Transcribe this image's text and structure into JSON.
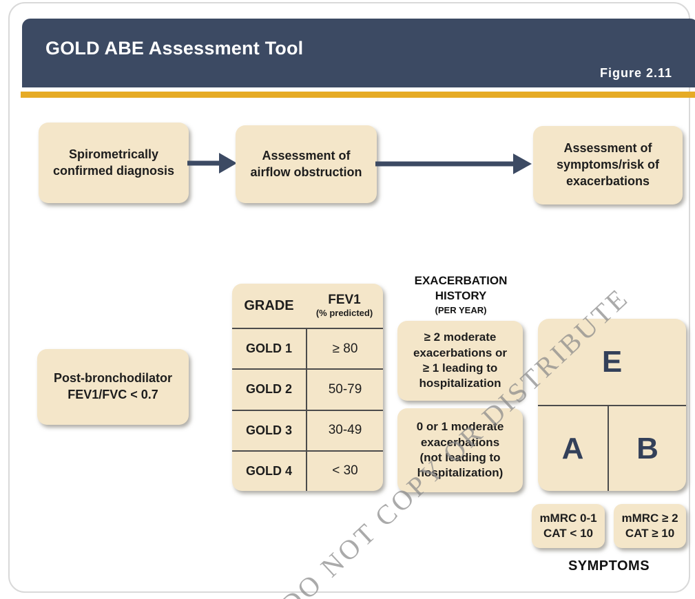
{
  "header": {
    "title": "GOLD ABE Assessment Tool",
    "figure_label": "Figure  2.11"
  },
  "flow_steps": [
    {
      "label": "Spirometrically\nconfirmed diagnosis"
    },
    {
      "label": "Assessment of\nairflow obstruction"
    },
    {
      "label": "Assessment of\nsymptoms/risk of\nexacerbations"
    }
  ],
  "spirometry_criteria": {
    "label": "Post-bronchodilator\nFEV1/FVC < 0.7"
  },
  "grade_table": {
    "col1_header": "GRADE",
    "col2_header": "FEV1",
    "col2_subheader": "(% predicted)",
    "rows": [
      {
        "grade": "GOLD 1",
        "fev1": "≥ 80"
      },
      {
        "grade": "GOLD 2",
        "fev1": "50-79"
      },
      {
        "grade": "GOLD 3",
        "fev1": "30-49"
      },
      {
        "grade": "GOLD 4",
        "fev1": "< 30"
      }
    ]
  },
  "exacerbation_history": {
    "title": "EXACERBATION\nHISTORY",
    "subtitle": "(PER YEAR)",
    "high_risk_label": "≥ 2 moderate\nexacerbations or\n≥ 1 leading to\nhospitalization",
    "low_risk_label": "0 or 1 moderate\nexacerbations\n(not leading to\nhospitalization)"
  },
  "abe_grid": {
    "group_e": "E",
    "group_a": "A",
    "group_b": "B"
  },
  "symptoms": {
    "low_label": "mMRC 0-1\nCAT < 10",
    "high_label": "mMRC ≥ 2\nCAT ≥ 10",
    "axis_label": "SYMPTOMS"
  },
  "watermark": "DO NOT COPY OR DISTRIBUTE",
  "colors": {
    "header_navy": "#3c4a63",
    "gold_accent": "#e6ab25",
    "box_cream": "#f4e6c9",
    "letter_navy": "#334059",
    "grid_line": "#4b4b4b",
    "watermark_gray": "#8a8a8a"
  }
}
